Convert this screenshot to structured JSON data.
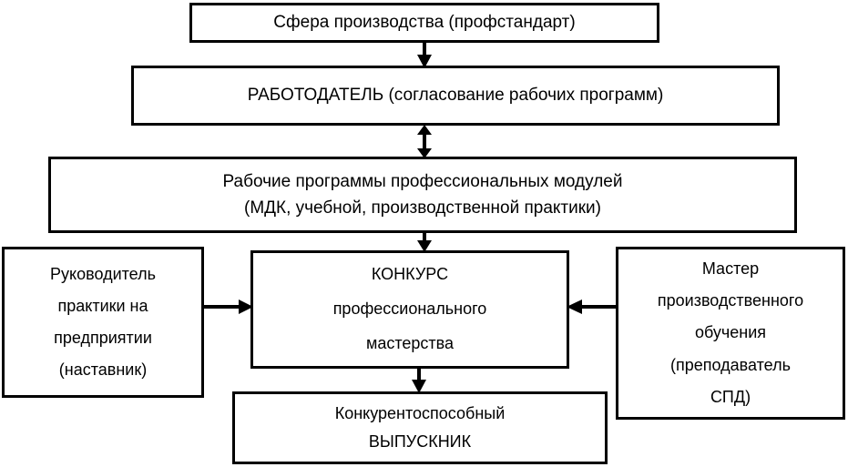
{
  "diagram": {
    "title_text_color": "#000000",
    "background": "#ffffff",
    "border_color": "#000000",
    "nodes": [
      {
        "id": "sphere",
        "lines": [
          "Сфера производства (профстандарт)"
        ]
      },
      {
        "id": "employer",
        "lines": [
          "РАБОТОДАТЕЛЬ (согласование рабочих программ)"
        ]
      },
      {
        "id": "programs",
        "lines": [
          "Рабочие программы профессиональных модулей",
          "(МДК, учебной, производственной практики)"
        ]
      },
      {
        "id": "supervisor",
        "lines": [
          "Руководитель",
          "практики на",
          "предприятии",
          "(наставник)"
        ]
      },
      {
        "id": "contest",
        "lines": [
          "КОНКУРС",
          "профессионального",
          "мастерства"
        ]
      },
      {
        "id": "master",
        "lines": [
          "Мастер",
          "производственного",
          "обучения",
          "(преподаватель",
          "СПД)"
        ]
      },
      {
        "id": "graduate",
        "lines": [
          "Конкурентоспособный",
          "ВЫПУСКНИК"
        ]
      }
    ],
    "connectors": [
      {
        "id": "sphere-to-employer",
        "from": "sphere",
        "to": "employer",
        "direction": "down"
      },
      {
        "id": "employer-to-programs",
        "from": "employer",
        "to": "programs",
        "direction": "both"
      },
      {
        "id": "programs-to-contest",
        "from": "programs",
        "to": "contest",
        "direction": "down"
      },
      {
        "id": "supervisor-to-contest",
        "from": "supervisor",
        "to": "contest",
        "direction": "right"
      },
      {
        "id": "master-to-contest",
        "from": "master",
        "to": "contest",
        "direction": "left"
      },
      {
        "id": "contest-to-graduate",
        "from": "contest",
        "to": "graduate",
        "direction": "down"
      }
    ]
  }
}
